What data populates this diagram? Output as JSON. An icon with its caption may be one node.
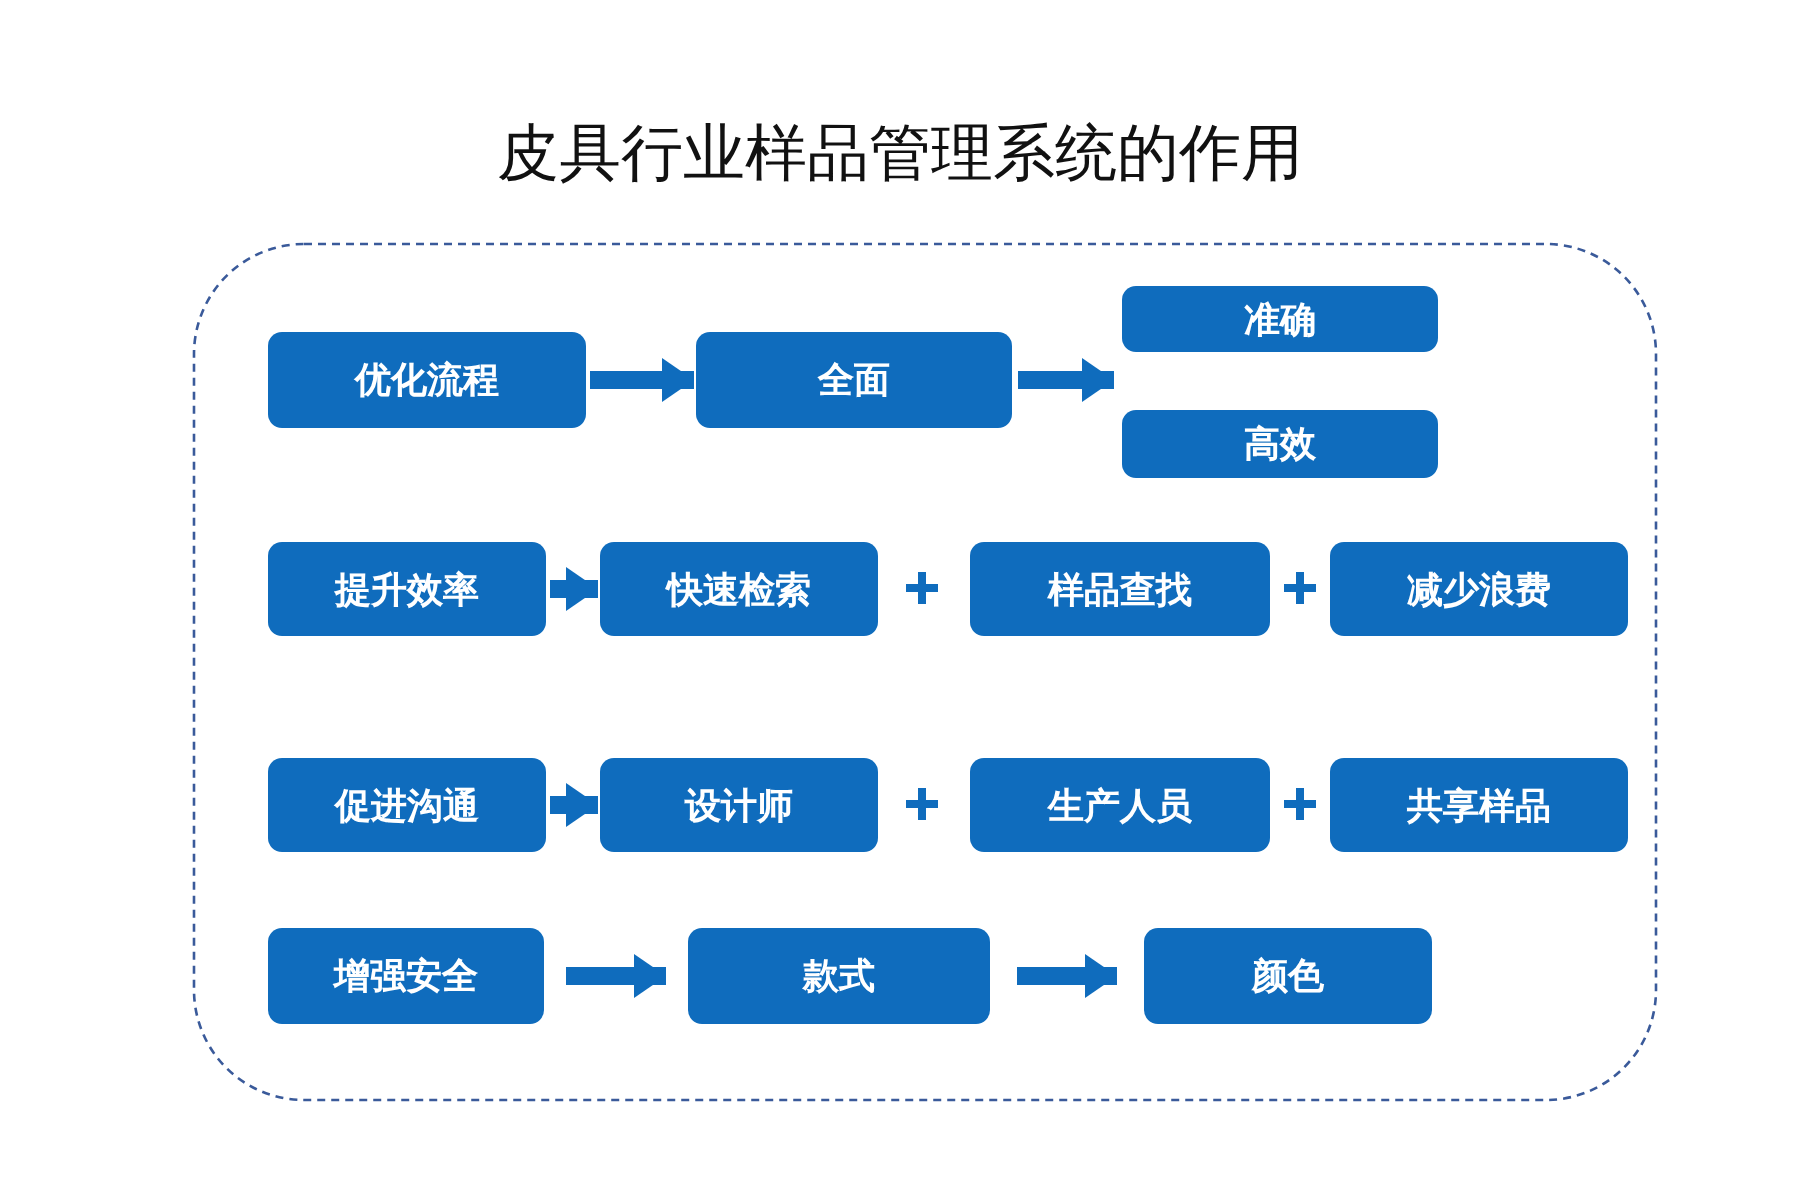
{
  "diagram": {
    "title": "皮具行业样品管理系统的作用",
    "nodes": [
      {
        "text": [
          "优化流程"
        ]
      },
      {
        "text": [
          "全面"
        ]
      },
      {
        "text": [
          "准确"
        ]
      },
      {
        "text": [
          "高效"
        ]
      },
      {
        "text": [
          "提升效率"
        ]
      },
      {
        "text": [
          "快速检索"
        ]
      },
      {
        "text": [
          "样品查找"
        ]
      },
      {
        "text": [
          "减少浪费"
        ]
      },
      {
        "text": [
          "促进沟通"
        ]
      },
      {
        "text": [
          "设计师"
        ]
      },
      {
        "text": [
          "生产人员"
        ]
      },
      {
        "text": [
          "共享样品"
        ]
      },
      {
        "text": [
          "增强安全"
        ]
      },
      {
        "text": [
          "款式"
        ]
      },
      {
        "text": [
          "颜色"
        ]
      }
    ],
    "edges": [
      {
        "from": 0,
        "to": 1,
        "arrow": "to"
      },
      {
        "from": 1,
        "to": 2,
        "arrow": "to"
      },
      {
        "from": 1,
        "to": 3,
        "arrow": "to"
      },
      {
        "from": 4,
        "to": 5,
        "arrow": "to"
      },
      {
        "from": 8,
        "to": 9,
        "arrow": "to"
      },
      {
        "from": 12,
        "to": 13,
        "arrow": "to"
      },
      {
        "from": 13,
        "to": 14,
        "arrow": "to"
      }
    ]
  }
}
